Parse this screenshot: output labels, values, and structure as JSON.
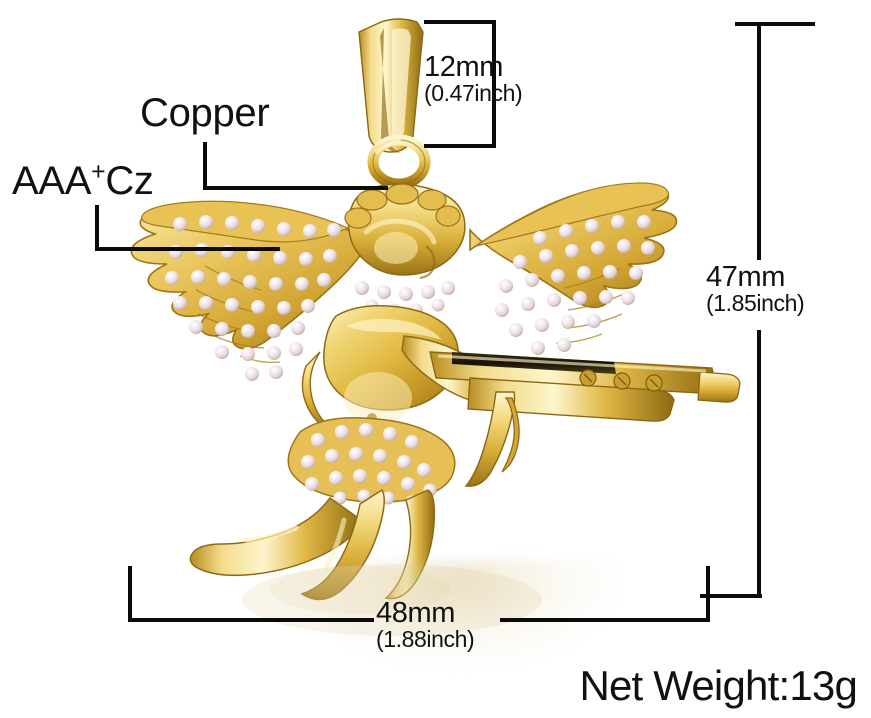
{
  "product": {
    "type": "pendant",
    "description": "Gold plated cherub angel holding rifle pendant with cubic zirconia pave",
    "colors": {
      "gold_light": "#f6e6a8",
      "gold_mid": "#e0b840",
      "gold_dark": "#a8801c",
      "gold_deep": "#7d5c10",
      "cz_stone": "#f6eef6",
      "cz_shadow": "#d9c7b0",
      "line": "#0b0b0b",
      "background": "#ffffff"
    }
  },
  "annotations": {
    "material_body": "Copper",
    "material_stones_prefix": "AAA",
    "material_stones_sup": "+",
    "material_stones_suffix": "Cz"
  },
  "dimensions": {
    "bail": {
      "mm": "12mm",
      "inch": "(0.47inch)"
    },
    "height": {
      "mm": "47mm",
      "inch": "(1.85inch)"
    },
    "width": {
      "mm": "48mm",
      "inch": "(1.88inch)"
    }
  },
  "weight": {
    "label": "Net Weight:13g"
  }
}
